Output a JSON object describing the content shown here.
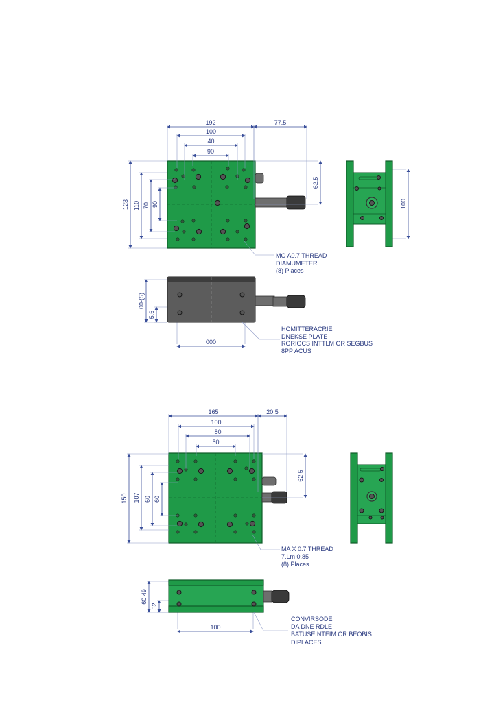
{
  "drawing_1": {
    "top_view": {
      "dims_horizontal": [
        "192",
        "77.5",
        "100",
        "40",
        "90"
      ],
      "dims_vertical": [
        "123",
        "110",
        "70",
        "90",
        "62.5"
      ],
      "side_dim": "100",
      "callout": [
        "MO A0.7 THREAD",
        "DIAMUMETER",
        "(8) Places"
      ]
    },
    "front_view": {
      "dims_vertical": [
        "00-(5)",
        "5.6"
      ],
      "dim_horizontal": "000",
      "callout": [
        "HOMITTERACRIE",
        "DNEKSE PLATE",
        "RORIOCS INTTLM OR SEGBUS",
        "8PP ACUS"
      ]
    }
  },
  "drawing_2": {
    "top_view": {
      "dims_horizontal": [
        "165",
        "20.5",
        "100",
        "80",
        "50"
      ],
      "dims_vertical": [
        "150",
        "107",
        "60",
        "60",
        "62.5"
      ],
      "callout": [
        "MA X 0.7 THREAD",
        "7.Lm 0.85",
        "(8) Places"
      ]
    },
    "front_view": {
      "dims_vertical": [
        "60 49",
        "52"
      ],
      "dim_horizontal": "100",
      "callout": [
        "CONVIRSODE",
        "DA DNE RDLE",
        "BATUSE NTEIM.OR BEOBIS",
        "DIPLACES"
      ]
    }
  },
  "colors": {
    "plate": "#1f9a48",
    "dimension": "#3a4f9a",
    "body": "#5c5c5c"
  }
}
